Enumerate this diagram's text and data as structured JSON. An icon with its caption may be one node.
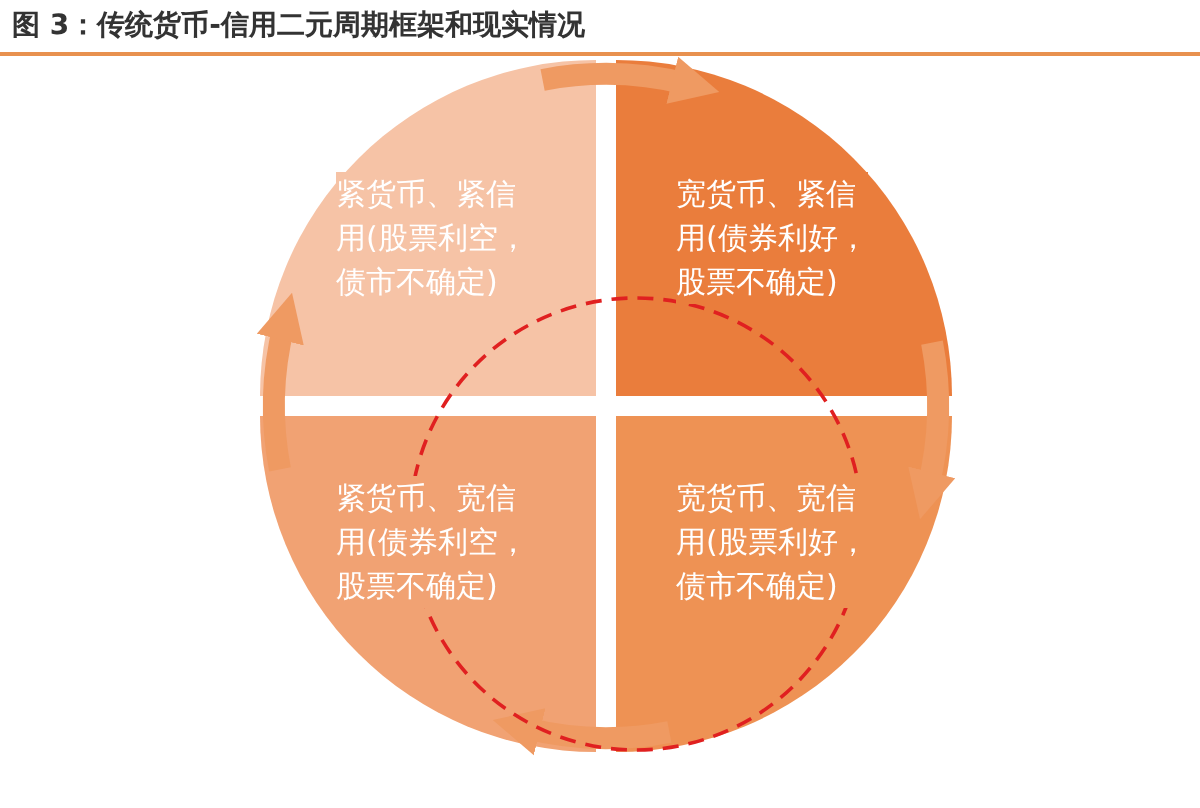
{
  "diagram": {
    "title": "图 3：传统货币-信用二元周期框架和现实情况",
    "nodes": [
      {
        "text": [
          "紧货币、紧信用(股票利空，债市不确定)"
        ]
      },
      {
        "text": [
          "宽货币、紧信用(债券利好，股票不确定)"
        ]
      },
      {
        "text": [
          "紧货币、宽信用(债券利空，股票不确定)"
        ]
      },
      {
        "text": [
          "宽货币、宽信用(股票利好，债市不确定)"
        ]
      }
    ],
    "edges": [
      {
        "from": 0,
        "to": 1,
        "arrow": "to"
      },
      {
        "from": 1,
        "to": 3,
        "arrow": "to"
      },
      {
        "from": 3,
        "to": 2,
        "arrow": "to"
      },
      {
        "from": 2,
        "to": 0,
        "arrow": "to"
      }
    ]
  }
}
